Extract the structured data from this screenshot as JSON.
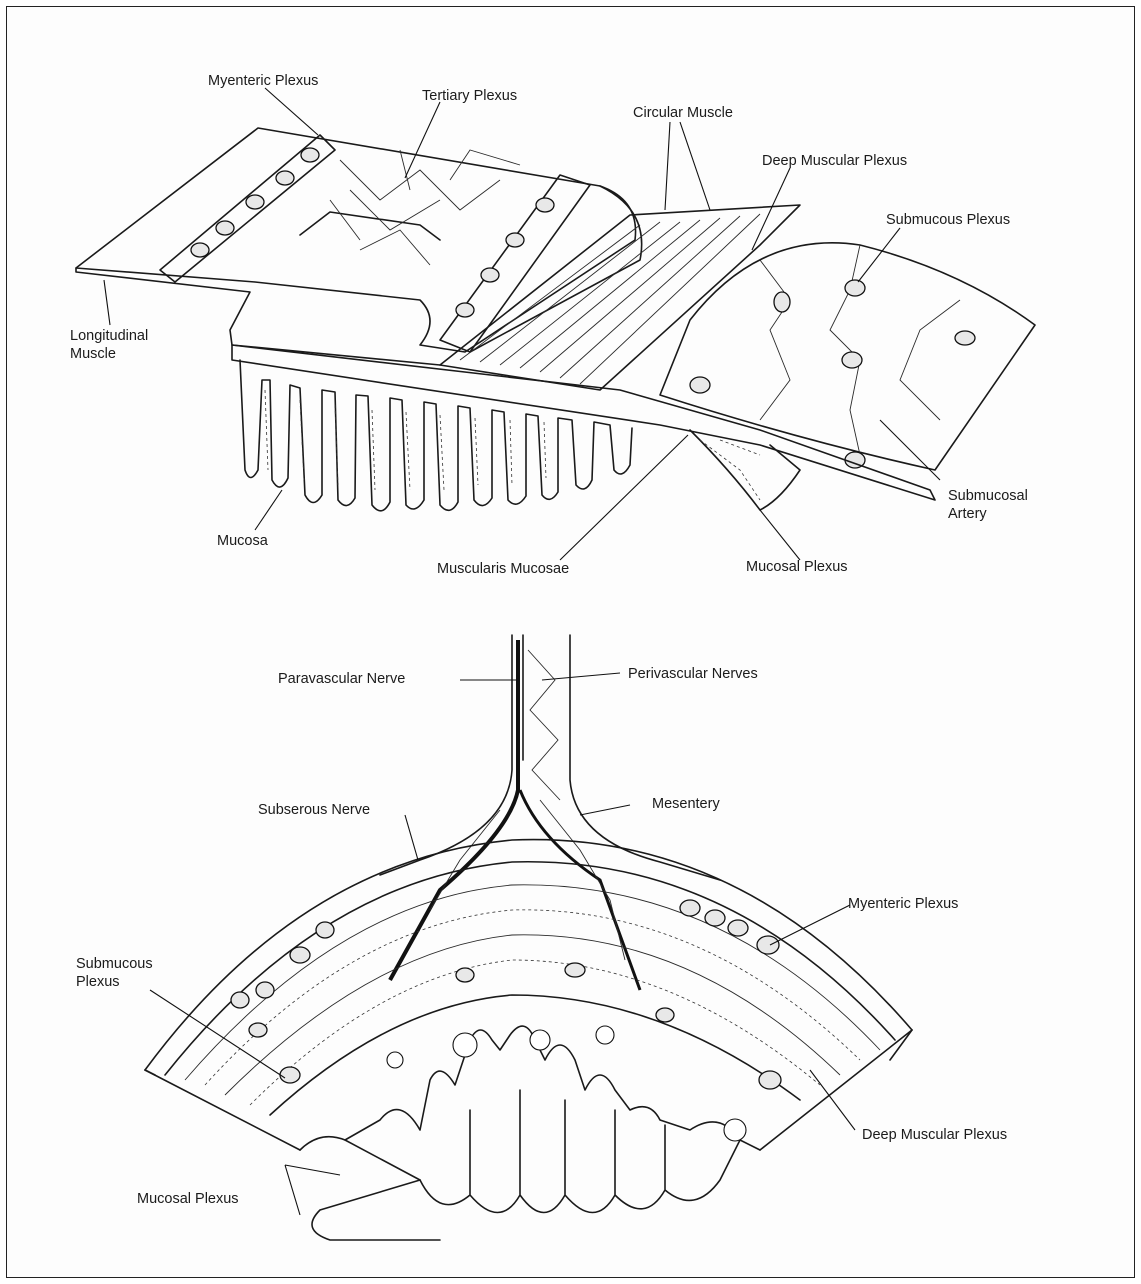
{
  "upper_diagram": {
    "labels": {
      "myenteric_plexus": "Myenteric Plexus",
      "tertiary_plexus": "Tertiary Plexus",
      "circular_muscle": "Circular Muscle",
      "deep_muscular_plexus": "Deep Muscular Plexus",
      "submucous_plexus": "Submucous Plexus",
      "longitudinal_muscle_1": "Longitudinal",
      "longitudinal_muscle_2": "Muscle",
      "mucosa": "Mucosa",
      "muscularis_mucosae": "Muscularis Mucosae",
      "mucosal_plexus": "Mucosal Plexus",
      "submucosal_artery_1": "Submucosal",
      "submucosal_artery_2": "Artery"
    }
  },
  "lower_diagram": {
    "labels": {
      "paravascular_nerve": "Paravascular Nerve",
      "perivascular_nerves": "Perivascular Nerves",
      "subserous_nerve": "Subserous Nerve",
      "mesentery": "Mesentery",
      "myenteric_plexus": "Myenteric Plexus",
      "submucous_plexus_1": "Submucous",
      "submucous_plexus_2": "Plexus",
      "deep_muscular_plexus": "Deep Muscular Plexus",
      "mucosal_plexus": "Mucosal Plexus"
    }
  }
}
